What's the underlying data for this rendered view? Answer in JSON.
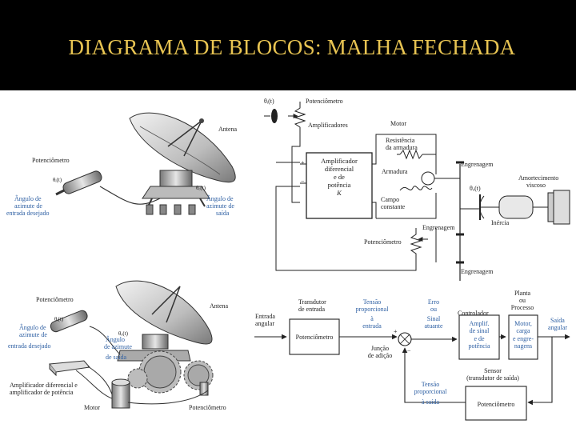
{
  "slide": {
    "title": "DIAGRAMA DE BLOCOS: MALHA FECHADA",
    "colors": {
      "background": "#ffffff",
      "title_bar": "#000000",
      "title_text": "#e8c452",
      "blue_labels": "#2d5fa3"
    }
  },
  "panel_antenna_top": {
    "labels": {
      "antena": "Antena",
      "potenciometro": "Potenciômetro",
      "theta_i": "θᵢ(t)",
      "theta_o": "θₒ(t)",
      "angulo_entrada": [
        "Ângulo de",
        "azimute de",
        "entrada desejado"
      ],
      "angulo_saida": [
        "Ângulo de",
        "azimute de",
        "saída"
      ]
    }
  },
  "panel_schematic": {
    "labels": {
      "theta_i": "θᵢ(t)",
      "potenciometro_top": "Potenciômetro",
      "amplificadores": "Amplificadores",
      "motor": "Motor",
      "resistencia": [
        "Resistência",
        "da armadura"
      ],
      "amplificador": [
        "Amplificador",
        "diferencial",
        "e de",
        "potência",
        "K"
      ],
      "armadura": "Armadura",
      "campo": [
        "Campo",
        "constante"
      ],
      "engrenagem_top": "Engrenagem",
      "engrenagem_mid": "Engrenagem",
      "engrenagem_bottom": "Engrenagem",
      "theta_o": "θₒ(t)",
      "amortecimento": [
        "Amortecimento",
        "viscoso"
      ],
      "inercia": "Inércia",
      "potenciometro_bottom": "Potenciômetro",
      "plus": "+",
      "minus": "−"
    }
  },
  "panel_antenna_bottom": {
    "labels": {
      "potenciometro": "Potenciômetro",
      "antena": "Antena",
      "theta_i": "θᵢ(t)",
      "theta_o": "θₒ(t)",
      "angulo_entrada": [
        "Ângulo de",
        "azimute de",
        "entrada desejado"
      ],
      "angulo_saida": [
        "Ângulo",
        "de azimute",
        "de saída"
      ],
      "amplificador": [
        "Amplificador diferencial e",
        "amplificador de potência"
      ],
      "motor": "Motor",
      "potenciometro_right": "Potenciômetro"
    }
  },
  "block_diagram": {
    "entrada": [
      "Entrada",
      "angular"
    ],
    "transdutor": [
      "Transdutor",
      "de entrada"
    ],
    "tensao_entrada": [
      "Tensão",
      "proporcional",
      "à",
      "entrada"
    ],
    "erro": [
      "Erro",
      "ou",
      "Sinal",
      "atuante"
    ],
    "controlador": "Controlador",
    "planta": [
      "Planta",
      "ou",
      "Processo"
    ],
    "saida": [
      "Saída",
      "angular"
    ],
    "block_potenciometro_in": "Potenciômetro",
    "juncao": [
      "Junção",
      "de adição"
    ],
    "block_amplif": [
      "Amplif.",
      "de sinal",
      "e de",
      "potência"
    ],
    "block_motor": [
      "Motor,",
      "carga",
      "e engre-",
      "nagens"
    ],
    "sensor": [
      "Sensor",
      "(transdutor de saída)"
    ],
    "tensao_saida": [
      "Tensão",
      "proporcional",
      "à saída"
    ],
    "block_potenciometro_fb": "Potenciômetro",
    "plus": "+",
    "minus": "−"
  }
}
